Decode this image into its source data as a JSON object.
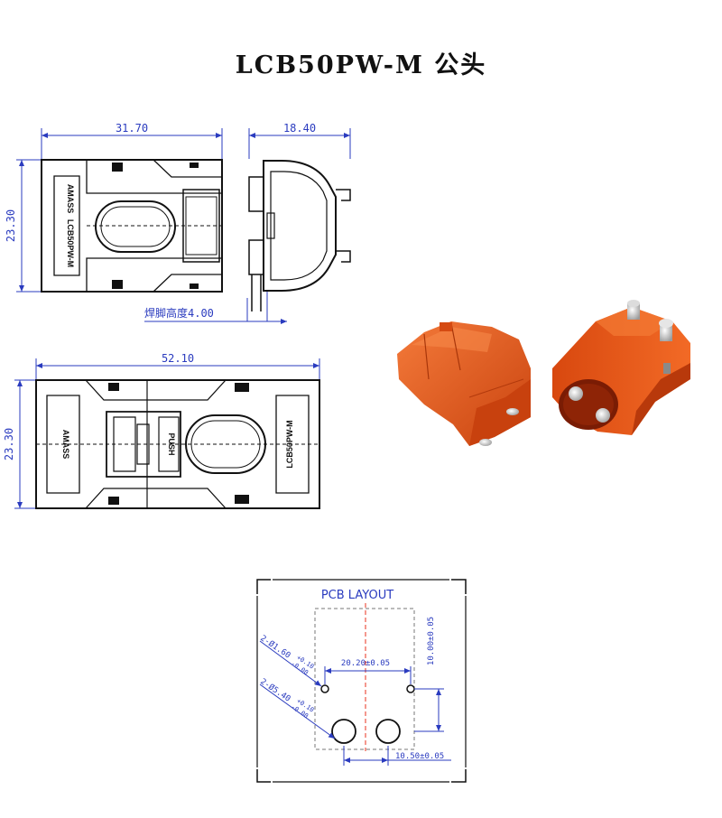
{
  "title": "LCB50PW-M 公头",
  "drawings": {
    "top_view": {
      "width_dim": "31.70",
      "height_dim": "23.30",
      "side_label_1": "AMASS",
      "side_label_2": "LCB50PW-M"
    },
    "side_view": {
      "width_dim": "18.40",
      "pin_height_label": "焊脚高度4.00"
    },
    "bottom_view": {
      "width_dim": "52.10",
      "height_dim": "23.30",
      "push_label": "PUSH",
      "left_label": "AMASS",
      "right_label": "LCB50PW-M"
    }
  },
  "pcb_layout": {
    "title": "PCB LAYOUT",
    "small_hole": "2-Ø1.60",
    "small_tol_plus": "+0.10",
    "small_tol_minus": "-0.00",
    "large_hole": "2-Ø5.40",
    "large_tol_plus": "+0.10",
    "large_tol_minus": "-0.00",
    "small_spacing": "20.20±0.05",
    "vertical_offset": "10.00±0.05",
    "large_spacing": "10.50±0.05"
  },
  "product_color": "#e8551a"
}
